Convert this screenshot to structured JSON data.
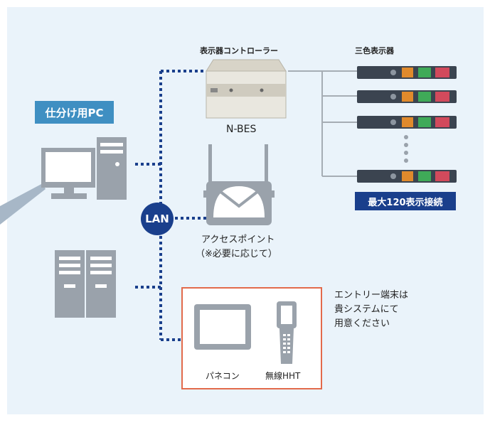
{
  "labels": {
    "controller_title": "表示器コントローラー",
    "controller_model": "N-BES",
    "display_title": "三色表示器",
    "pc_tag": "仕分け用PC",
    "max_tag": "最大120表示接続",
    "lan": "LAN",
    "ap_line1": "アクセスポイント",
    "ap_line2": "（※必要に応じて）",
    "entry_note_line1": "エントリー端末は",
    "entry_note_line2": "貴システムにて",
    "entry_note_line3": "用意ください",
    "panel_pc": "パネコン",
    "hht": "無線HHT"
  },
  "colors": {
    "background_panel": "#eaf3fa",
    "device_gray": "#9aa2ab",
    "link_dotted": "#1a3f8c",
    "accent_blue": "#3f8fc2",
    "navy": "#1a3f8c",
    "entry_border": "#e26a4b",
    "display_orange": "#e08a2c",
    "display_green": "#3faa58",
    "display_red": "#d24a5c"
  },
  "icons": [
    "desktop-pc-icon",
    "server-icon",
    "controller-device-icon",
    "access-point-icon",
    "three-color-display-icon",
    "panel-pc-icon",
    "handheld-terminal-icon"
  ]
}
